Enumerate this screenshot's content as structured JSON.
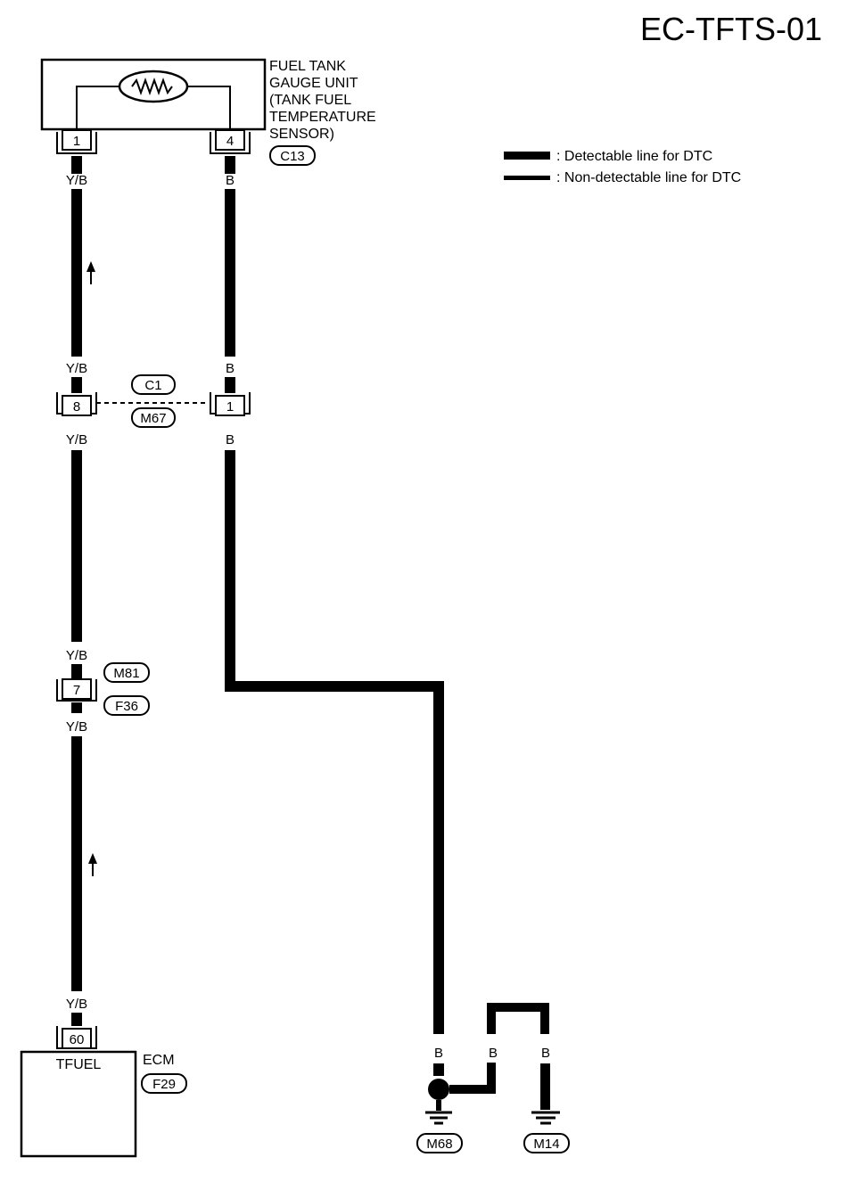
{
  "title": "EC-TFTS-01",
  "legend": {
    "detectable": ": Detectable line for DTC",
    "non_detectable": ": Non-detectable line for DTC"
  },
  "sensor": {
    "name_lines": [
      "FUEL TANK",
      "GAUGE UNIT",
      "(TANK FUEL",
      "TEMPERATURE",
      "SENSOR)"
    ],
    "connector": "C13",
    "pin_left": "1",
    "pin_right": "4"
  },
  "joint": {
    "connector_top": "C1",
    "connector_bottom": "M67",
    "pin_left": "8",
    "pin_right": "1"
  },
  "inline_connector": {
    "connector_top": "M81",
    "connector_bottom": "F36",
    "pin": "7"
  },
  "ecm": {
    "name": "ECM",
    "connector": "F29",
    "terminal_name": "TFUEL",
    "pin": "60"
  },
  "grounds": {
    "ground_left": "M68",
    "ground_right": "M14"
  },
  "wire_colors": {
    "signal": "Y/B",
    "ground": "B"
  }
}
